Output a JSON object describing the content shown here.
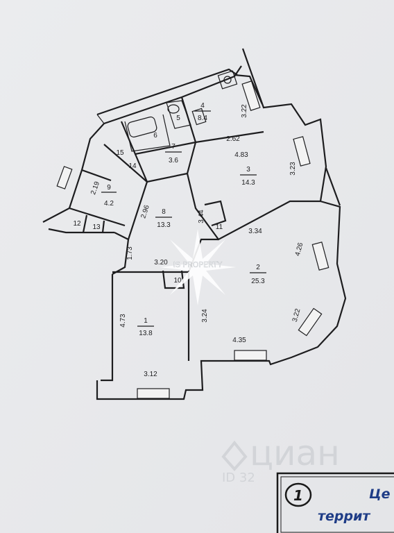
{
  "rooms": [
    {
      "number": "1",
      "area": "13.8"
    },
    {
      "number": "2",
      "area": "25.3"
    },
    {
      "number": "3",
      "area": "14.3"
    },
    {
      "number": "4",
      "area": "8.4"
    },
    {
      "number": "5"
    },
    {
      "number": "6"
    },
    {
      "number": "7",
      "area": "3.6"
    },
    {
      "number": "8",
      "area": "13.3"
    },
    {
      "number": "9",
      "area": "4.2"
    },
    {
      "number": "10"
    },
    {
      "number": "11"
    },
    {
      "number": "12"
    },
    {
      "number": "13"
    },
    {
      "number": "14"
    },
    {
      "number": "15"
    }
  ],
  "dimensions": {
    "r4_side": "3.22",
    "r4_bottom": "2.62",
    "r3_top": "4.83",
    "r3_side": "3.23",
    "r9_side": "2.19",
    "r8_side": "2.96",
    "r8_right": "3.44",
    "r2_top": "3.34",
    "r2_right": "4.26",
    "r2_left": "3.24",
    "r2_lower_right": "3.22",
    "r2_bottom": "4.35",
    "r8_left": "1.73",
    "r1_top": "3.20",
    "r1_side": "4.73",
    "r1_bottom": "3.12"
  },
  "watermarks": {
    "brand": "IS PROPERTY",
    "site": "циан",
    "id_prefix": "ID 32"
  },
  "stamp": {
    "number": "1",
    "line1": "Це",
    "line2": "террит"
  }
}
